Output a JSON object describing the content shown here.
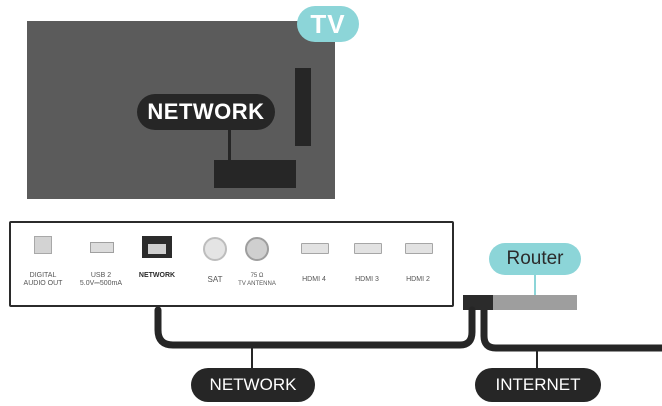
{
  "tv": {
    "badge": "TV"
  },
  "callouts": {
    "network_top": "NETWORK",
    "router": "Router"
  },
  "panel": {
    "ports": [
      {
        "name": "digital-audio-out",
        "label": "DIGITAL\nAUDIO OUT"
      },
      {
        "name": "usb-2",
        "label": "USB 2\n5.0V⎓500mA"
      },
      {
        "name": "network",
        "label": "NETWORK"
      },
      {
        "name": "sat",
        "label": "SAT"
      },
      {
        "name": "tv-antenna",
        "label": "75 Ω\nTV ANTENNA"
      },
      {
        "name": "hdmi-4",
        "label": "HDMI 4"
      },
      {
        "name": "hdmi-3",
        "label": "HDMI 3"
      },
      {
        "name": "hdmi-2",
        "label": "HDMI 2"
      }
    ]
  },
  "bottom_labels": {
    "network": "NETWORK",
    "internet": "INTERNET"
  },
  "colors": {
    "accent": "#8cd5d8",
    "dark": "#262626",
    "tv_body": "#5b5b5b"
  }
}
